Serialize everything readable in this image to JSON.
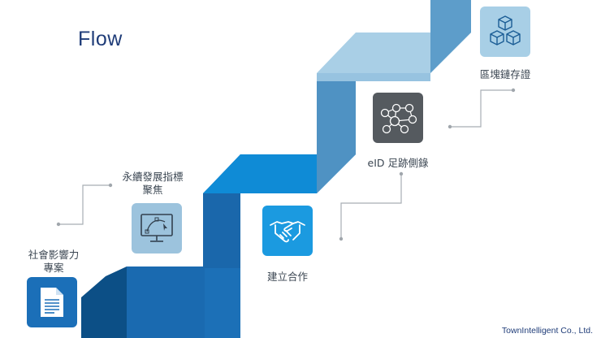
{
  "title": "Flow",
  "steps": [
    {
      "label_line1": "社會影響力",
      "label_line2": "專案",
      "icon": "document-icon",
      "tile_color": "#1b6fb8"
    },
    {
      "label_line1": "永續發展指標",
      "label_line2": "聚焦",
      "icon": "monitor-curve-icon",
      "tile_color": "#9cc3dd"
    },
    {
      "label_line1": "建立合作",
      "label_line2": "",
      "icon": "handshake-icon",
      "tile_color": "#1b9ae0"
    },
    {
      "label_line1": "eID 足跡側錄",
      "label_line2": "",
      "icon": "network-nodes-icon",
      "tile_color": "#555a5f"
    },
    {
      "label_line1": "區塊鏈存證",
      "label_line2": "",
      "icon": "cubes-icon",
      "tile_color": "#a8cfe6"
    }
  ],
  "footer": "TownIntelligent Co., Ltd."
}
